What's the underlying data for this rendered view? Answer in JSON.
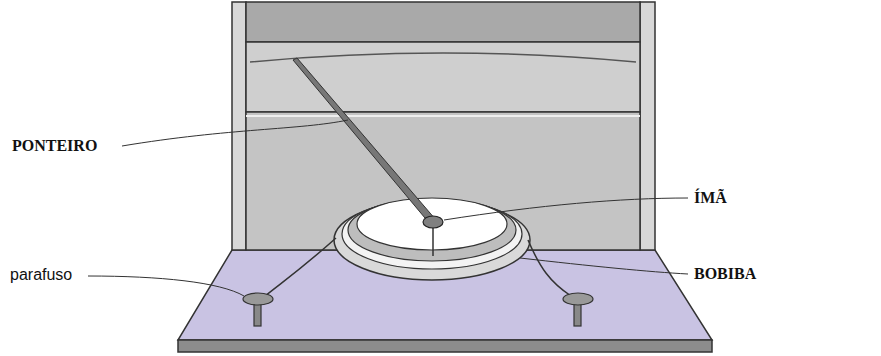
{
  "diagram": {
    "labels": [
      "PONTEIRO",
      "ÍMÃ",
      "parafuso",
      "BOBIBA"
    ]
  }
}
